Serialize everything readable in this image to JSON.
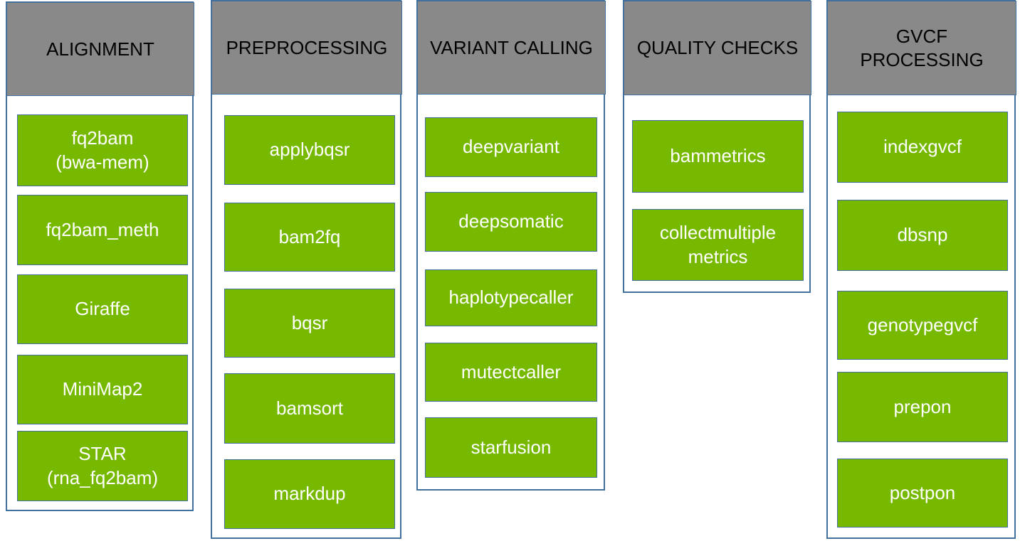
{
  "diagram": {
    "columns": [
      {
        "id": "alignment",
        "title": "ALIGNMENT",
        "items": [
          {
            "label": "fq2bam\n(bwa-mem)"
          },
          {
            "label": "fq2bam_meth"
          },
          {
            "label": "Giraffe"
          },
          {
            "label": "MiniMap2"
          },
          {
            "label": "STAR\n(rna_fq2bam)"
          }
        ]
      },
      {
        "id": "preprocessing",
        "title": "PREPROCESSING",
        "items": [
          {
            "label": "applybqsr"
          },
          {
            "label": "bam2fq"
          },
          {
            "label": "bqsr"
          },
          {
            "label": "bamsort"
          },
          {
            "label": "markdup"
          }
        ]
      },
      {
        "id": "variant-calling",
        "title": "VARIANT CALLING",
        "items": [
          {
            "label": "deepvariant"
          },
          {
            "label": "deepsomatic"
          },
          {
            "label": "haplotypecaller"
          },
          {
            "label": "mutectcaller"
          },
          {
            "label": "starfusion"
          }
        ]
      },
      {
        "id": "quality-checks",
        "title": "QUALITY CHECKS",
        "items": [
          {
            "label": "bammetrics"
          },
          {
            "label": "collectmultiple\nmetrics"
          }
        ]
      },
      {
        "id": "gvcf-processing",
        "title": "GVCF\nPROCESSING",
        "items": [
          {
            "label": "indexgvcf"
          },
          {
            "label": "dbsnp"
          },
          {
            "label": "genotypegvcf"
          },
          {
            "label": "prepon"
          },
          {
            "label": "postpon"
          }
        ]
      }
    ]
  },
  "colors": {
    "background": "#FFFFFF",
    "tool_box_fill": "#76B900",
    "header_fill": "#898989",
    "border": "#41719C",
    "header_text": "#000000",
    "tool_text": "#FFFFFF"
  }
}
